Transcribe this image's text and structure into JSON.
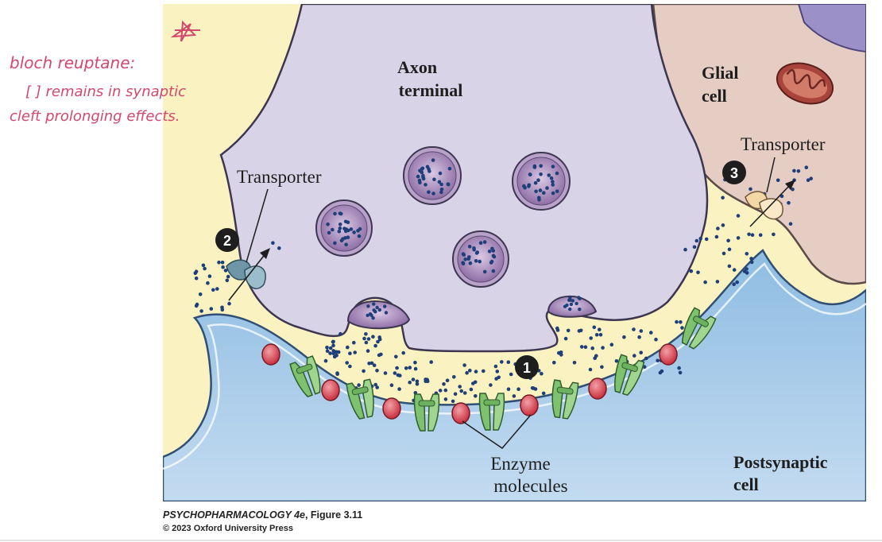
{
  "annotation": {
    "line1": "bloch reuptane:",
    "line2": "[ ] remains in synaptic",
    "line3": "cleft prolonging effects.",
    "star_icon": "star-doodle-icon"
  },
  "labels": {
    "axon_l1": "Axon",
    "axon_l2": "terminal",
    "glial_l1": "Glial",
    "glial_l2": "cell",
    "transporter_left": "Transporter",
    "transporter_right": "Transporter",
    "enzyme_l1": "Enzyme",
    "enzyme_l2": "molecules",
    "post_l1": "Postsynaptic",
    "post_l2": "cell"
  },
  "markers": {
    "m1": "1",
    "m2": "2",
    "m3": "3"
  },
  "caption": {
    "title_italic": "PSYCHOPHARMACOLOGY 4e",
    "title_rest": ", Figure 3.11",
    "copyright": "© 2023 Oxford University Press"
  },
  "colors": {
    "cleft": "#fbf2c2",
    "axon": "#d8d2e6",
    "glial": "#e8cfc6",
    "postsynaptic": "#a9cbe8",
    "vesicle": "#9b7fae",
    "neurotransmitter": "#1f3f7a",
    "enzyme": "#d8414f",
    "receptor": "#7ec26f"
  }
}
